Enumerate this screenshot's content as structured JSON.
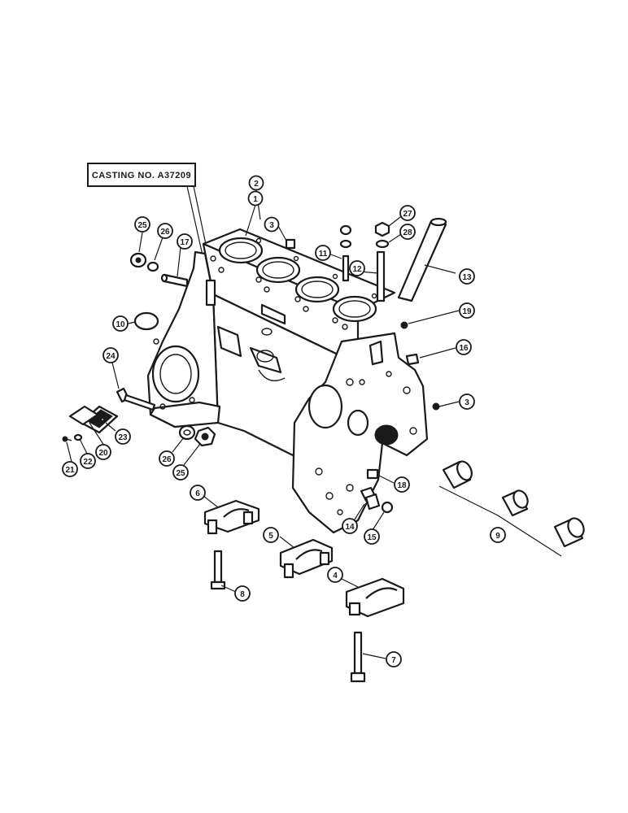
{
  "casting_label": "CASTING NO. A37209",
  "callouts": {
    "c1": "1",
    "c2": "2",
    "c3a": "3",
    "c3b": "3",
    "c4": "4",
    "c5": "5",
    "c6": "6",
    "c7": "7",
    "c8": "8",
    "c9": "9",
    "c10": "10",
    "c11": "11",
    "c12": "12",
    "c13": "13",
    "c14": "14",
    "c15": "15",
    "c16": "16",
    "c17": "17",
    "c18": "18",
    "c19": "19",
    "c20": "20",
    "c21": "21",
    "c22": "22",
    "c23": "23",
    "c24": "24",
    "c25a": "25",
    "c25b": "25",
    "c26a": "26",
    "c26b": "26",
    "c27": "27",
    "c28": "28"
  }
}
